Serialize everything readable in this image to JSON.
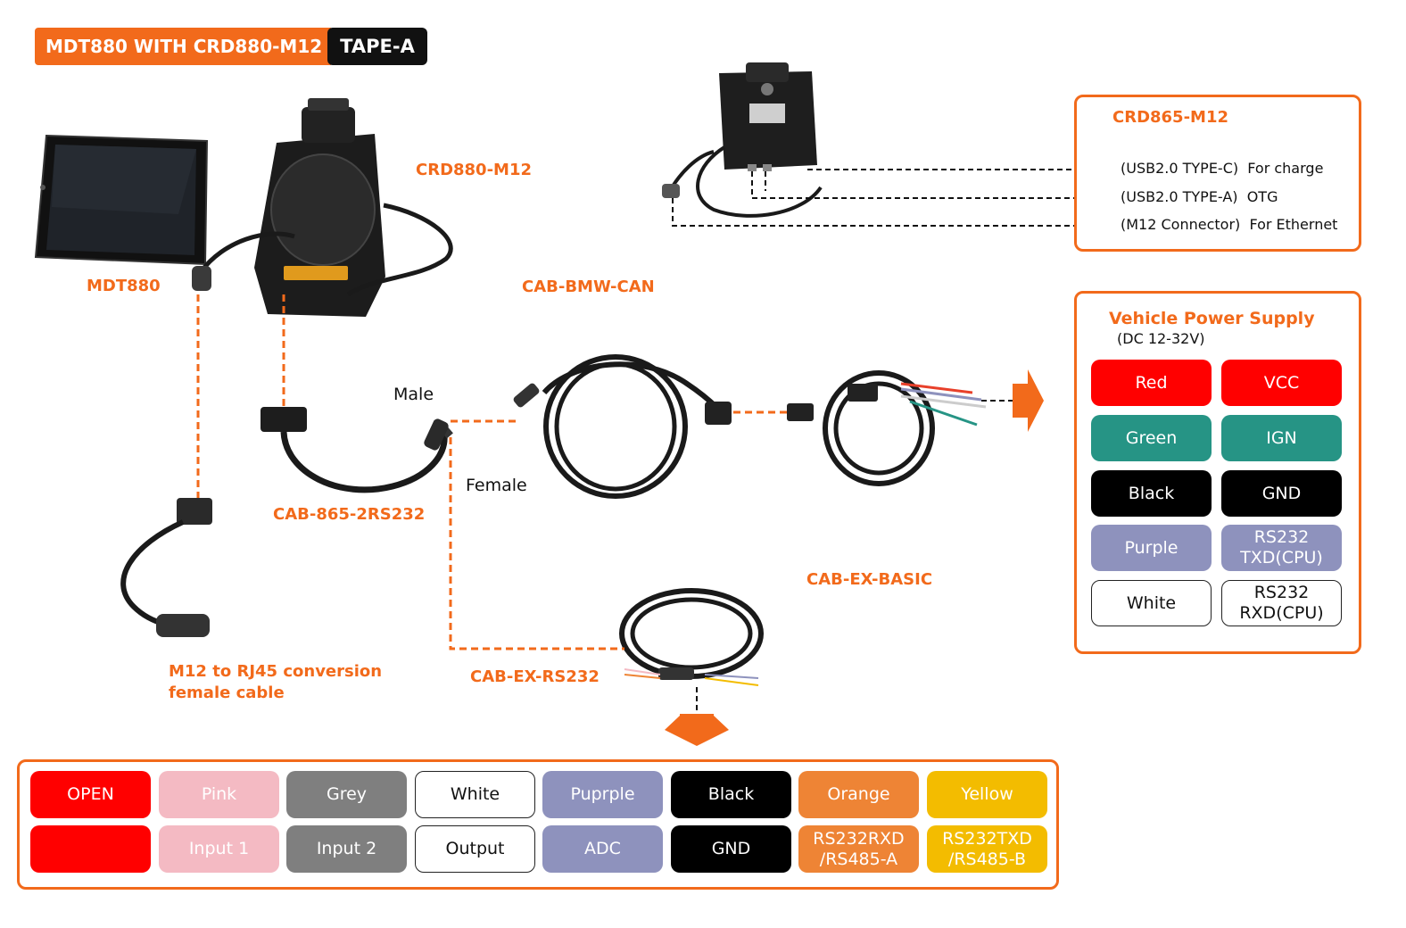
{
  "title": {
    "main": "MDT880 WITH CRD880-M12",
    "tag": "TAPE-A"
  },
  "labels": {
    "mdt880": "MDT880",
    "crd880": "CRD880-M12",
    "cab_bmw": "CAB-BMW-CAN",
    "cab_865": "CAB-865-2RS232",
    "cab_ex_basic": "CAB-EX-BASIC",
    "cab_ex_rs232": "CAB-EX-RS232",
    "m12_rj45_line1": "M12 to RJ45 conversion",
    "m12_rj45_line2": "female cable",
    "male": "Male",
    "female": "Female"
  },
  "crd865": {
    "title": "CRD865-M12",
    "ports": [
      {
        "connector": "(USB2.0 TYPE-C)",
        "purpose": "For charge"
      },
      {
        "connector": "(USB2.0 TYPE-A)",
        "purpose": "OTG"
      },
      {
        "connector": "(M12 Connector)",
        "purpose": "For Ethernet"
      }
    ]
  },
  "power_supply": {
    "title": "Vehicle Power Supply",
    "subtitle": "(DC 12-32V)",
    "rows": [
      {
        "color_name": "Red",
        "signal": "VCC",
        "bg": "#ff0000",
        "text_color": "#ffffff"
      },
      {
        "color_name": "Green",
        "signal": "IGN",
        "bg": "#269485",
        "text_color": "#ffffff"
      },
      {
        "color_name": "Black",
        "signal": "GND",
        "bg": "#000000",
        "text_color": "#ffffff"
      },
      {
        "color_name": "Purple",
        "signal": "RS232\nTXD(CPU)",
        "bg": "#8e92bd",
        "text_color": "#ffffff"
      },
      {
        "color_name": "White",
        "signal": "RS232\nRXD(CPU)",
        "bg": "#ffffff",
        "text_color": "#111111"
      }
    ]
  },
  "wire_table": {
    "columns": [
      {
        "color_name": "OPEN",
        "function": "",
        "bg": "#ff0000",
        "text_color": "#ffffff"
      },
      {
        "color_name": "Pink",
        "function": "Input 1",
        "bg": "#f4bac3",
        "text_color": "#ffffff"
      },
      {
        "color_name": "Grey",
        "function": "Input 2",
        "bg": "#7f7f7f",
        "text_color": "#ffffff"
      },
      {
        "color_name": "White",
        "function": "Output",
        "bg": "#ffffff",
        "text_color": "#111111"
      },
      {
        "color_name": "Puprple",
        "function": "ADC",
        "bg": "#8e92bd",
        "text_color": "#ffffff"
      },
      {
        "color_name": "Black",
        "function": "GND",
        "bg": "#000000",
        "text_color": "#ffffff"
      },
      {
        "color_name": "Orange",
        "function": "RS232RXD\n/RS485-A",
        "bg": "#ee8435",
        "text_color": "#ffffff"
      },
      {
        "color_name": "Yellow",
        "function": "RS232TXD\n/RS485-B",
        "bg": "#f3bc00",
        "text_color": "#ffffff"
      }
    ]
  },
  "colors": {
    "accent": "#f26a1b",
    "cable": "#1a1a1a"
  }
}
